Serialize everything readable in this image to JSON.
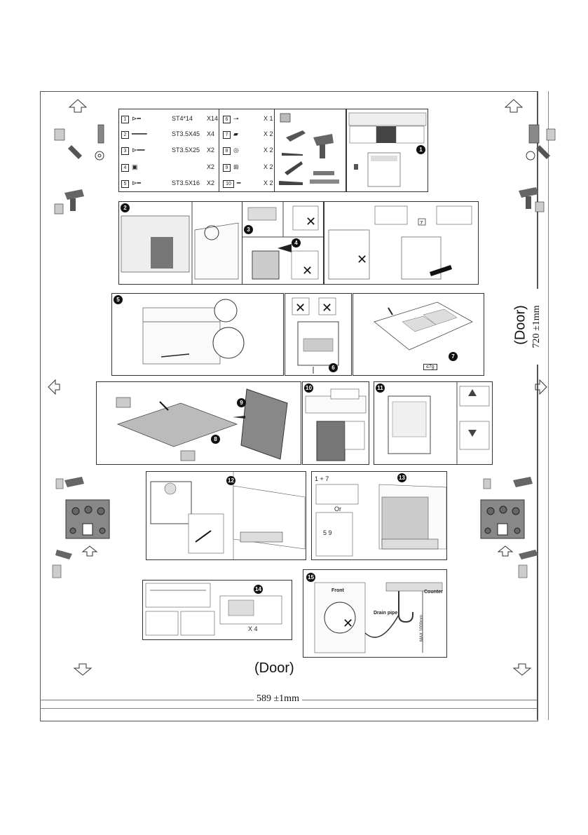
{
  "labels": {
    "door_bottom": "(Door)",
    "door_right": "(Door)",
    "dim_width": "589 ±1mm",
    "dim_height": "720 ±1mm"
  },
  "parts": [
    {
      "num": "1",
      "name": "ST4*14",
      "qty": "X14"
    },
    {
      "num": "2",
      "name": "ST3.5X45",
      "qty": "X4"
    },
    {
      "num": "3",
      "name": "ST3.5X25",
      "qty": "X2"
    },
    {
      "num": "4",
      "name": "",
      "qty": "X2"
    },
    {
      "num": "5",
      "name": "ST3.5X16",
      "qty": "X2"
    },
    {
      "num": "6",
      "name": "",
      "qty": "X 1"
    },
    {
      "num": "7",
      "name": "",
      "qty": "X 2"
    },
    {
      "num": "8",
      "name": "",
      "qty": "X 2"
    },
    {
      "num": "9",
      "name": "",
      "qty": "X 2"
    },
    {
      "num": "10",
      "name": "",
      "qty": "X 2"
    }
  ],
  "steps": [
    "1",
    "2",
    "3",
    "4",
    "5",
    "6",
    "7",
    "8",
    "9",
    "10",
    "11",
    "12",
    "13",
    "14",
    "15"
  ],
  "step_texts": {
    "step7_weight": "≤7g",
    "step13_or": "Or",
    "step13_combo": "1 + 7",
    "step13_parts": "5   9",
    "step14_qty": "X 4",
    "step15_front": "Front",
    "step15_drain": "Drain pipe",
    "step15_counter": "Counter",
    "step15_max": "MAX 1000mm"
  }
}
